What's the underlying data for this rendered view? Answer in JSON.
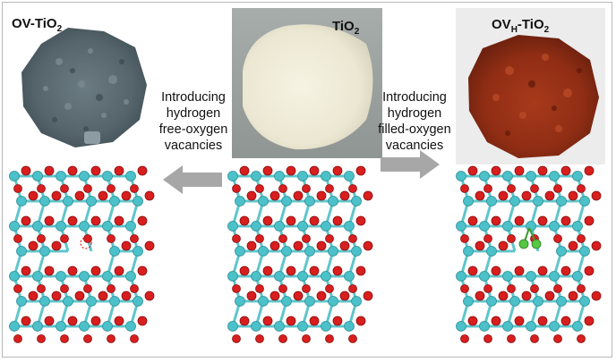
{
  "colors": {
    "titanium": "#4cc1c9",
    "oxygen": "#d81e1e",
    "hydrogen": "#56c843",
    "bond": "#5fc6cc",
    "arrow": "#a7a7a7",
    "ov_powder": "#5d6c72",
    "tio2_powder": "#ece9d6",
    "ovh_powder": "#9c3218"
  },
  "panels": {
    "left": {
      "title_main": "OV-TiO",
      "title_sub": "2"
    },
    "center": {
      "title_main": "TiO",
      "title_sub": "2"
    },
    "right": {
      "title_a": "OV",
      "title_a_sub": "H",
      "title_b": "-TiO",
      "title_b_sub": "2"
    }
  },
  "captions": {
    "left": [
      "Introducing",
      "hydrogen",
      "free-oxygen",
      "vacancies"
    ],
    "right": [
      "Introducing",
      "hydrogen",
      "filled-oxygen",
      "vacancies"
    ]
  },
  "arrows": {
    "left": {
      "direction": "left",
      "icon": "arrow-left-icon"
    },
    "right": {
      "direction": "right",
      "icon": "arrow-right-icon"
    }
  }
}
